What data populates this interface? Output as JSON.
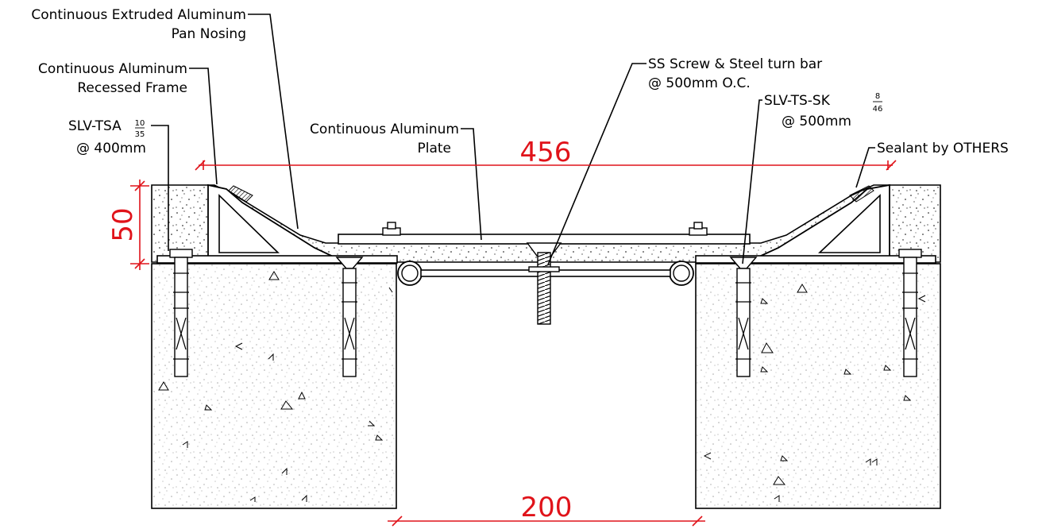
{
  "labels": {
    "pan_nosing_line1": "Continuous Extruded Aluminum",
    "pan_nosing_line2": "Pan Nosing",
    "recessed_frame_line1": "Continuous Aluminum",
    "recessed_frame_line2": "Recessed Frame",
    "tsa_anchor_name": "SLV-TSA",
    "tsa_anchor_num": "10",
    "tsa_anchor_den": "35",
    "tsa_anchor_spacing": "@ 400mm",
    "plate_line1": "Continuous Aluminum",
    "plate_line2": "Plate",
    "screw_line1": "SS Screw & Steel turn bar",
    "screw_line2": "@ 500mm O.C.",
    "tssk_anchor_name": "SLV-TS-SK",
    "tssk_anchor_num": "8",
    "tssk_anchor_den": "46",
    "tssk_anchor_spacing": "@ 500mm",
    "sealant": "Sealant by OTHERS"
  },
  "dimensions": {
    "overall_width": "456",
    "depth": "50",
    "gap": "200"
  },
  "colors": {
    "dimension": "#e0131a",
    "linework": "#000000"
  }
}
